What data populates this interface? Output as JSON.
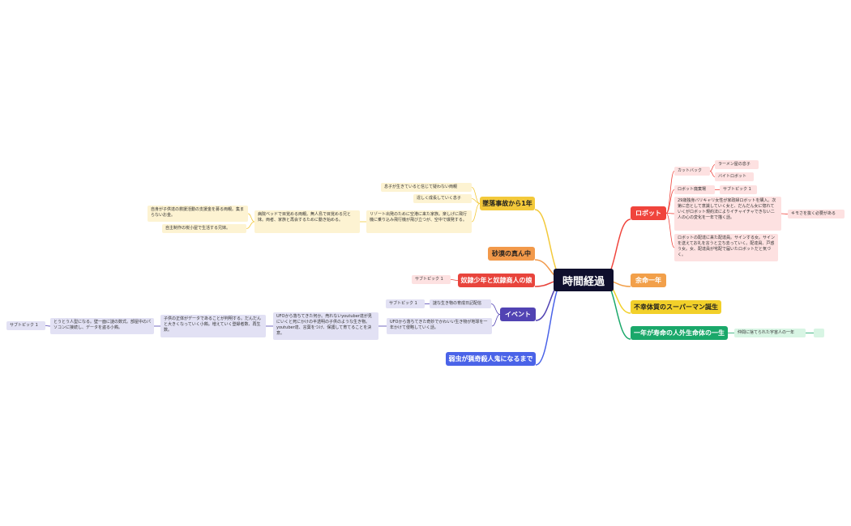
{
  "root": {
    "label": "時間経過"
  },
  "colors": {
    "root": "#0f0f2d",
    "robot": "#f0443c",
    "yomei": "#f2a04a",
    "superman": "#f2d02a",
    "jumyo": "#1aa86a",
    "tsuiraku": "#f3c93a",
    "sabaku": "#f2994a",
    "dorei": "#e8443c",
    "event": "#5143b3",
    "yowamushi": "#4a63e8"
  },
  "right": {
    "robot": {
      "label": "ロボット",
      "children": {
        "cutback": {
          "label": "カットバック",
          "children": [
            "ラーメン屋の息子",
            "バイトロボット"
          ]
        },
        "shukyo": {
          "label": "ロボット廃棄場",
          "child": "サブトピック 1"
        },
        "robot_wife": {
          "label": "29歳独身バリキャリ女性が家政婦ロボットを購入。次第に恋として意識していく女と、だんだん女に惚れていくがロボット規約法によりイチャイチャできない二人の心の変化を一年で描く話。",
          "child": "キモさを抜く必要がある"
        },
        "haitatsu": {
          "label": "ロボットの配達に来た配達員。サインする女。サインを送えてお礼を言うと立ち去っていく。配達員、戸惑う女。女、配達員が宅配で届いたロボットだと気づく。"
        }
      }
    },
    "yomei": {
      "label": "余命一年"
    },
    "superman": {
      "label": "不幸体質のスーパーマン誕生"
    },
    "jumyo": {
      "label": "一年が寿命の人外生命体の一生",
      "child": "仲間に捨てられた宇宙人の一年",
      "leaf": ""
    }
  },
  "left": {
    "tsuiraku": {
      "label": "墜落事故から1年",
      "children": {
        "musuko": {
          "label": "息子が生きていると信じて疑わない両親"
        },
        "seicho": {
          "label": "逞しく成長していく息子"
        },
        "resort": {
          "label": "リゾート出発のために空港に来た家族。楽しげに飛行機に乗り込み飛行機が飛び立つが、空中で爆発する。",
          "child": {
            "label": "病院ベッドで目覚める両親。無人島で目覚める兄と妹。両者、家族と再会するために動き始める。",
            "children": [
              "自身が子供達の救援活動の支援金を募る両親。集まらないお金。",
              "自主制作の炭小屋で生活する兄妹。"
            ]
          }
        }
      }
    },
    "sabaku": {
      "label": "砂漠の真ん中"
    },
    "dorei": {
      "label": "奴隷少年と奴隷商人の娘",
      "child": "サブトピック 1"
    },
    "event": {
      "label": "イベント",
      "children": {
        "nazo": {
          "label": "謎な生き物の育成日記配信",
          "child": "サブトピック 1"
        },
        "ufo": {
          "label": "UFOから落ちてきた奇妙でかわいい生き物が地球を一年かけて侵略していく話。",
          "child": {
            "label": "UFOから落ちてきた何か。売れないyoutuber達が見にいくと死にかけの半透明の子供のような生き物。youtuber達、言葉をつけ、保護して育てることを決意。",
            "child": {
              "label": "子供の正体がデータであることが判明する。だんだんと大きくなっていく小鶏。増えていく登録者数、再生数。",
              "child": {
                "label": "とうとう人型になる。壁一面に謎の数式。部屋中のパソコンに接続し、データを盗る小鶏。",
                "child": "サブトピック 1"
              }
            }
          }
        }
      }
    },
    "yowamushi": {
      "label": "弱虫が猟奇殺人鬼になるまで"
    }
  }
}
